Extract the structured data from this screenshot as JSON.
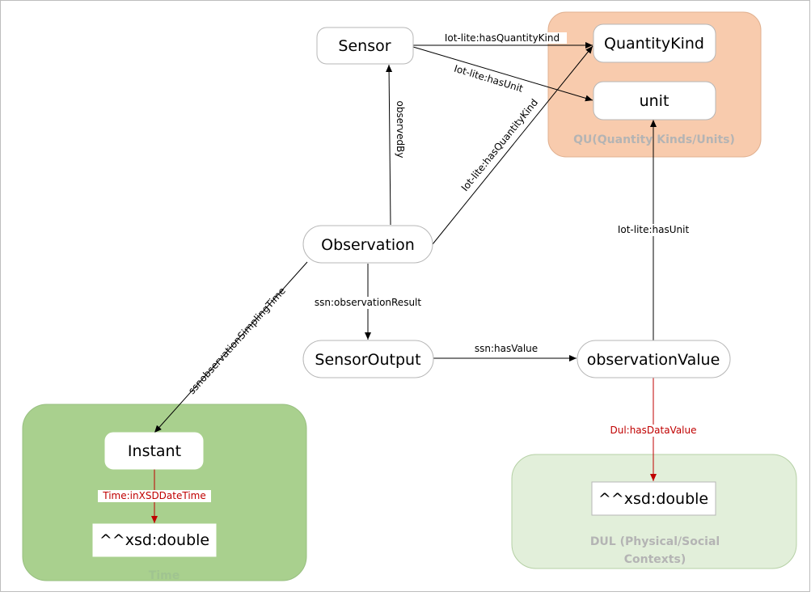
{
  "groups": {
    "qu": {
      "label": "QU(Quantity Kinds/Units)",
      "fill": "#f8cbad",
      "text_color": "#b4b4b4"
    },
    "time": {
      "label": "Time",
      "fill": "#a9d08e",
      "text_color": "#a0c490"
    },
    "dul": {
      "label_line1": "DUL (Physical/Social",
      "label_line2": "Contexts)",
      "fill": "#e2efda",
      "text_color": "#b4b4b4"
    }
  },
  "nodes": {
    "sensor": "Sensor",
    "quantity_kind": "QuantityKind",
    "unit": "unit",
    "observation": "Observation",
    "sensor_output": "SensorOutput",
    "observation_value": "observationValue",
    "instant": "Instant",
    "time_literal": "^^xsd:double",
    "dul_literal": "^^xsd:double"
  },
  "edges": {
    "sensor_quantity_kind": "Iot-lite:hasQuantityKind",
    "sensor_unit": "Iot-lite:hasUnit",
    "observed_by": "observedBy",
    "observation_quantity_kind": "Iot-lite:hasQuantityKind",
    "value_unit": "Iot-lite:hasUnit",
    "observation_result": "ssn:observationResult",
    "has_value": "ssn:hasValue",
    "sampling_time": "ssnobservationSimplingTime",
    "has_data_value": "Dul:hasDataValue",
    "in_xsd_datetime": "Time:inXSDDateTime"
  },
  "colors": {
    "edge": "#000000",
    "red_edge": "#c00000",
    "node_border": "#b7b7b7"
  }
}
